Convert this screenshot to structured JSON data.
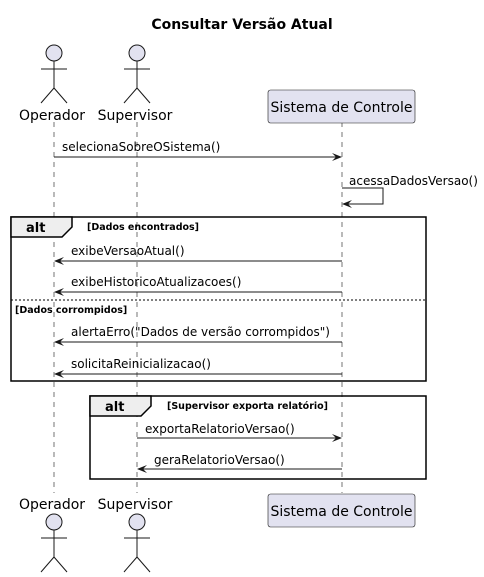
{
  "title": "Consultar Versão Atual",
  "participants": {
    "operador": "Operador",
    "supervisor": "Supervisor",
    "sistema": "Sistema de Controle"
  },
  "messages": {
    "m1": "selecionaSobreOSistema()",
    "m2": "acessaDadosVersao()",
    "m3": "exibeVersaoAtual()",
    "m4": "exibeHistoricoAtualizacoes()",
    "m5": "alertaErro(\"Dados de versão corrompidos\")",
    "m6": "solicitaReinicializacao()",
    "m7": "exportaRelatorioVersao()",
    "m8": "geraRelatorioVersao()"
  },
  "frames": {
    "alt1": {
      "keyword": "alt",
      "condition": "[Dados encontrados]",
      "else_condition": "[Dados corrompidos]"
    },
    "alt2": {
      "keyword": "alt",
      "condition": "[Supervisor exporta relatório]"
    }
  }
}
